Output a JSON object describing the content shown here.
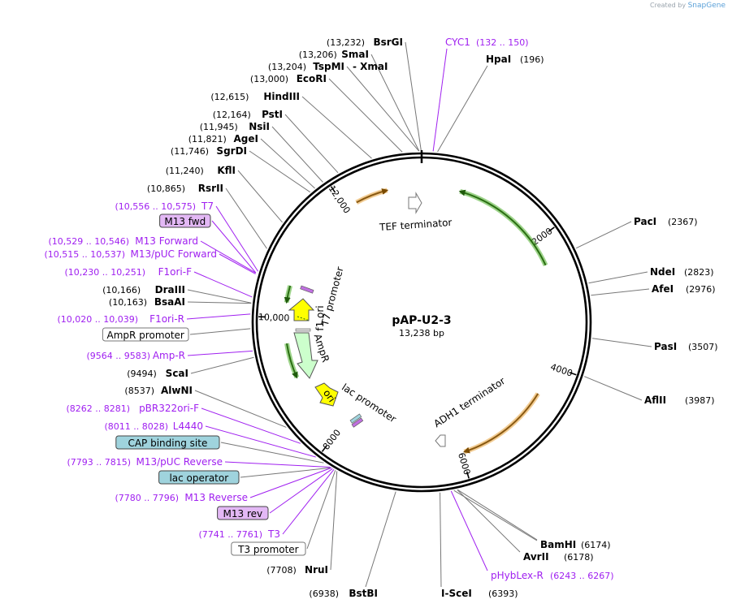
{
  "plasmid": {
    "name": "pAP-U2-3",
    "size": "13,238 bp",
    "total_bp": 13238
  },
  "watermark": {
    "prefix": "Created by",
    "brand": "SnapGene"
  },
  "ticks": [
    {
      "bp": 2000,
      "label": "2000"
    },
    {
      "bp": 4000,
      "label": "4000"
    },
    {
      "bp": 6000,
      "label": "6000"
    },
    {
      "bp": 8000,
      "label": "8000"
    },
    {
      "bp": 10000,
      "label": "10,000"
    },
    {
      "bp": 12000,
      "label": "12,000"
    }
  ],
  "features": [
    {
      "name": "TEF terminator",
      "start": 12600,
      "end": 13238,
      "color": "#ffffff",
      "kind": "hollow"
    },
    {
      "name": "f1 ori",
      "start": 10075,
      "end": 10531,
      "color": "#ffff00",
      "kind": "solid"
    },
    {
      "name": "AmpR",
      "start": 8820,
      "end": 9680,
      "color": "#ccffcc",
      "kind": "solid"
    },
    {
      "name": "ori",
      "start": 8300,
      "end": 8789,
      "color": "#ffff00",
      "kind": "solid"
    },
    {
      "name": "ADH1 terminator",
      "start": 6420,
      "end": 6620,
      "color": "#ffffff",
      "kind": "hollow"
    }
  ],
  "inner_labels": [
    {
      "text": "TEF terminator"
    },
    {
      "text": "f1 ori"
    },
    {
      "text": "T7 promoter"
    },
    {
      "text": "AmpR"
    },
    {
      "text": "ori"
    },
    {
      "text": "lac promoter"
    },
    {
      "text": "ADH1 terminator"
    }
  ],
  "left_labels": [
    {
      "pos": "(13,232)",
      "name": "BsrGI",
      "type": "enzyme"
    },
    {
      "pos": "(13,206)",
      "name": "SmaI",
      "type": "enzyme"
    },
    {
      "pos": "(13,204)",
      "name": "TspMI",
      "extra": "- XmaI",
      "type": "enzyme"
    },
    {
      "pos": "(13,000)",
      "name": "EcoRI",
      "type": "enzyme"
    },
    {
      "pos": "(12,615)",
      "name": "HindIII",
      "type": "enzyme"
    },
    {
      "pos": "(12,164)",
      "name": "PstI",
      "type": "enzyme"
    },
    {
      "pos": "(11,945)",
      "name": "NsiI",
      "type": "enzyme"
    },
    {
      "pos": "(11,821)",
      "name": "AgeI",
      "type": "enzyme"
    },
    {
      "pos": "(11,746)",
      "name": "SgrDI",
      "type": "enzyme"
    },
    {
      "pos": "(11,240)",
      "name": "KflI",
      "type": "enzyme"
    },
    {
      "pos": "(10,865)",
      "name": "RsrII",
      "type": "enzyme"
    },
    {
      "pos": "(10,556 .. 10,575)",
      "name": "T7",
      "type": "primer"
    },
    {
      "pos": "",
      "name": "M13 fwd",
      "type": "box-purple"
    },
    {
      "pos": "(10,529 .. 10,546)",
      "name": "M13 Forward",
      "type": "primer"
    },
    {
      "pos": "(10,515 .. 10,537)",
      "name": "M13/pUC Forward",
      "type": "primer"
    },
    {
      "pos": "(10,230 .. 10,251)",
      "name": "F1ori-F",
      "type": "primer"
    },
    {
      "pos": "(10,166)",
      "name": "DraIII",
      "type": "enzyme"
    },
    {
      "pos": "(10,163)",
      "name": "BsaAI",
      "type": "enzyme"
    },
    {
      "pos": "(10,020 .. 10,039)",
      "name": "F1ori-R",
      "type": "primer"
    },
    {
      "pos": "",
      "name": "AmpR promoter",
      "type": "box-white"
    },
    {
      "pos": "(9564 .. 9583)",
      "name": "Amp-R",
      "type": "primer"
    },
    {
      "pos": "(9494)",
      "name": "ScaI",
      "type": "enzyme"
    },
    {
      "pos": "(8537)",
      "name": "AlwNI",
      "type": "enzyme"
    },
    {
      "pos": "(8262 .. 8281)",
      "name": "pBR322ori-F",
      "type": "primer"
    },
    {
      "pos": "(8011 .. 8028)",
      "name": "L4440",
      "type": "primer"
    },
    {
      "pos": "",
      "name": "CAP binding site",
      "type": "box-teal"
    },
    {
      "pos": "(7793 .. 7815)",
      "name": "M13/pUC Reverse",
      "type": "primer"
    },
    {
      "pos": "",
      "name": "lac operator",
      "type": "box-teal"
    },
    {
      "pos": "(7780 .. 7796)",
      "name": "M13 Reverse",
      "type": "primer"
    },
    {
      "pos": "",
      "name": "M13 rev",
      "type": "box-purple"
    },
    {
      "pos": "(7741 .. 7761)",
      "name": "T3",
      "type": "primer"
    },
    {
      "pos": "",
      "name": "T3 promoter",
      "type": "box-white"
    },
    {
      "pos": "(7708)",
      "name": "NruI",
      "type": "enzyme"
    }
  ],
  "right_labels": [
    {
      "name": "CYC1",
      "pos": "(132 .. 150)",
      "type": "primer"
    },
    {
      "name": "HpaI",
      "pos": "(196)",
      "type": "enzyme"
    },
    {
      "name": "PacI",
      "pos": "(2367)",
      "type": "enzyme"
    },
    {
      "name": "NdeI",
      "pos": "(2823)",
      "type": "enzyme"
    },
    {
      "name": "AfeI",
      "pos": "(2976)",
      "type": "enzyme"
    },
    {
      "name": "PasI",
      "pos": "(3507)",
      "type": "enzyme"
    },
    {
      "name": "AflII",
      "pos": "(3987)",
      "type": "enzyme"
    },
    {
      "name": "BamHI",
      "pos": "(6174)",
      "type": "enzyme"
    },
    {
      "name": "AvrII",
      "pos": "(6178)",
      "type": "enzyme"
    },
    {
      "name": "pHybLex-R",
      "pos": "(6243 .. 6267)",
      "type": "primer"
    }
  ],
  "bottom_labels": [
    {
      "pos": "(6938)",
      "name": "BstBI",
      "type": "enzyme"
    },
    {
      "name": "I-SceI",
      "pos": "(6393)",
      "type": "enzyme"
    }
  ],
  "colors": {
    "primer": "#a020f0",
    "backbone": "#000000",
    "orange_arc": "#e8a23a",
    "green_arc": "#4caf2a",
    "teal_box": "#9fd3dd",
    "purple_box": "#e3b8f5"
  }
}
